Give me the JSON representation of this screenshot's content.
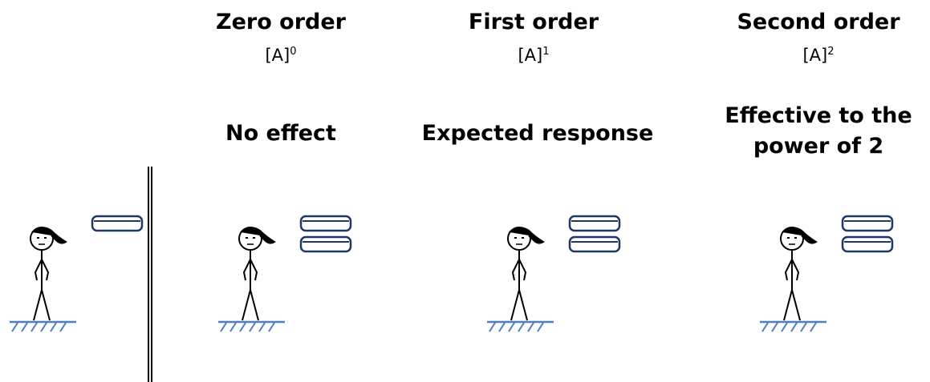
{
  "columns": [
    {
      "order_label": "Zero order",
      "expression_base": "[A]",
      "exponent": "0",
      "effect_label": "No effect"
    },
    {
      "order_label": "First order",
      "expression_base": "[A]",
      "exponent": "1",
      "effect_label": "Expected response"
    },
    {
      "order_label": "Second order",
      "expression_base": "[A]",
      "exponent": "2",
      "effect_label_line1": "Effective to the",
      "effect_label_line2": "power of 2"
    }
  ],
  "reference": {
    "pill_count": 1
  },
  "figures": {
    "pill_count": 2
  },
  "colors": {
    "pill_stroke": "#1f3864",
    "ground": "#4a7fc1",
    "figure": "#000000"
  }
}
